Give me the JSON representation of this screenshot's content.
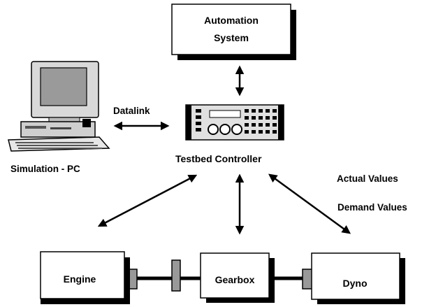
{
  "automation_system": {
    "line1": "Automation",
    "line2": "System"
  },
  "datalink": "Datalink",
  "simulation_pc": "Simulation - PC",
  "testbed_controller": "Testbed Controller",
  "actual_values": "Actual Values",
  "demand_values": "Demand Values",
  "engine": "Engine",
  "gearbox": "Gearbox",
  "dyno": "Dyno"
}
